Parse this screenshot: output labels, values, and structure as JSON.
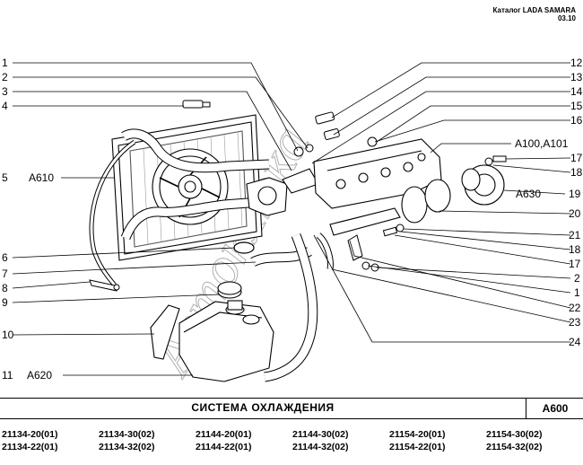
{
  "header": {
    "catalog_label": "Каталог  LADA SAMARA",
    "date": "03.10"
  },
  "callouts_left": [
    {
      "num": "1",
      "code": ""
    },
    {
      "num": "2",
      "code": ""
    },
    {
      "num": "3",
      "code": ""
    },
    {
      "num": "4",
      "code": ""
    },
    {
      "num": "5",
      "code": "A610"
    },
    {
      "num": "6",
      "code": ""
    },
    {
      "num": "7",
      "code": ""
    },
    {
      "num": "8",
      "code": ""
    },
    {
      "num": "9",
      "code": ""
    },
    {
      "num": "10",
      "code": ""
    },
    {
      "num": "11",
      "code": "A620"
    }
  ],
  "callouts_right": [
    {
      "num": "12",
      "code": ""
    },
    {
      "num": "13",
      "code": ""
    },
    {
      "num": "14",
      "code": ""
    },
    {
      "num": "15",
      "code": ""
    },
    {
      "num": "16",
      "code": ""
    },
    {
      "num": "",
      "code": "A100,A101"
    },
    {
      "num": "17",
      "code": ""
    },
    {
      "num": "18",
      "code": ""
    },
    {
      "num": "19",
      "code": "A630"
    },
    {
      "num": "20",
      "code": ""
    },
    {
      "num": "21",
      "code": ""
    },
    {
      "num": "18",
      "code": ""
    },
    {
      "num": "17",
      "code": ""
    },
    {
      "num": "2",
      "code": ""
    },
    {
      "num": "1",
      "code": ""
    },
    {
      "num": "22",
      "code": ""
    },
    {
      "num": "23",
      "code": ""
    },
    {
      "num": "24",
      "code": ""
    }
  ],
  "title": {
    "text": "СИСТЕМА   ОХЛАЖДЕНИЯ",
    "code": "A600"
  },
  "models": [
    "21134-20(01)",
    "21134-30(02)",
    "21144-20(01)",
    "21144-30(02)",
    "21154-20(01)",
    "21154-30(02)",
    "21134-22(01)",
    "21134-32(02)",
    "21144-22(01)",
    "21144-32(02)",
    "21154-22(01)",
    "21154-32(02)"
  ],
  "watermark": "Автоклюка"
}
